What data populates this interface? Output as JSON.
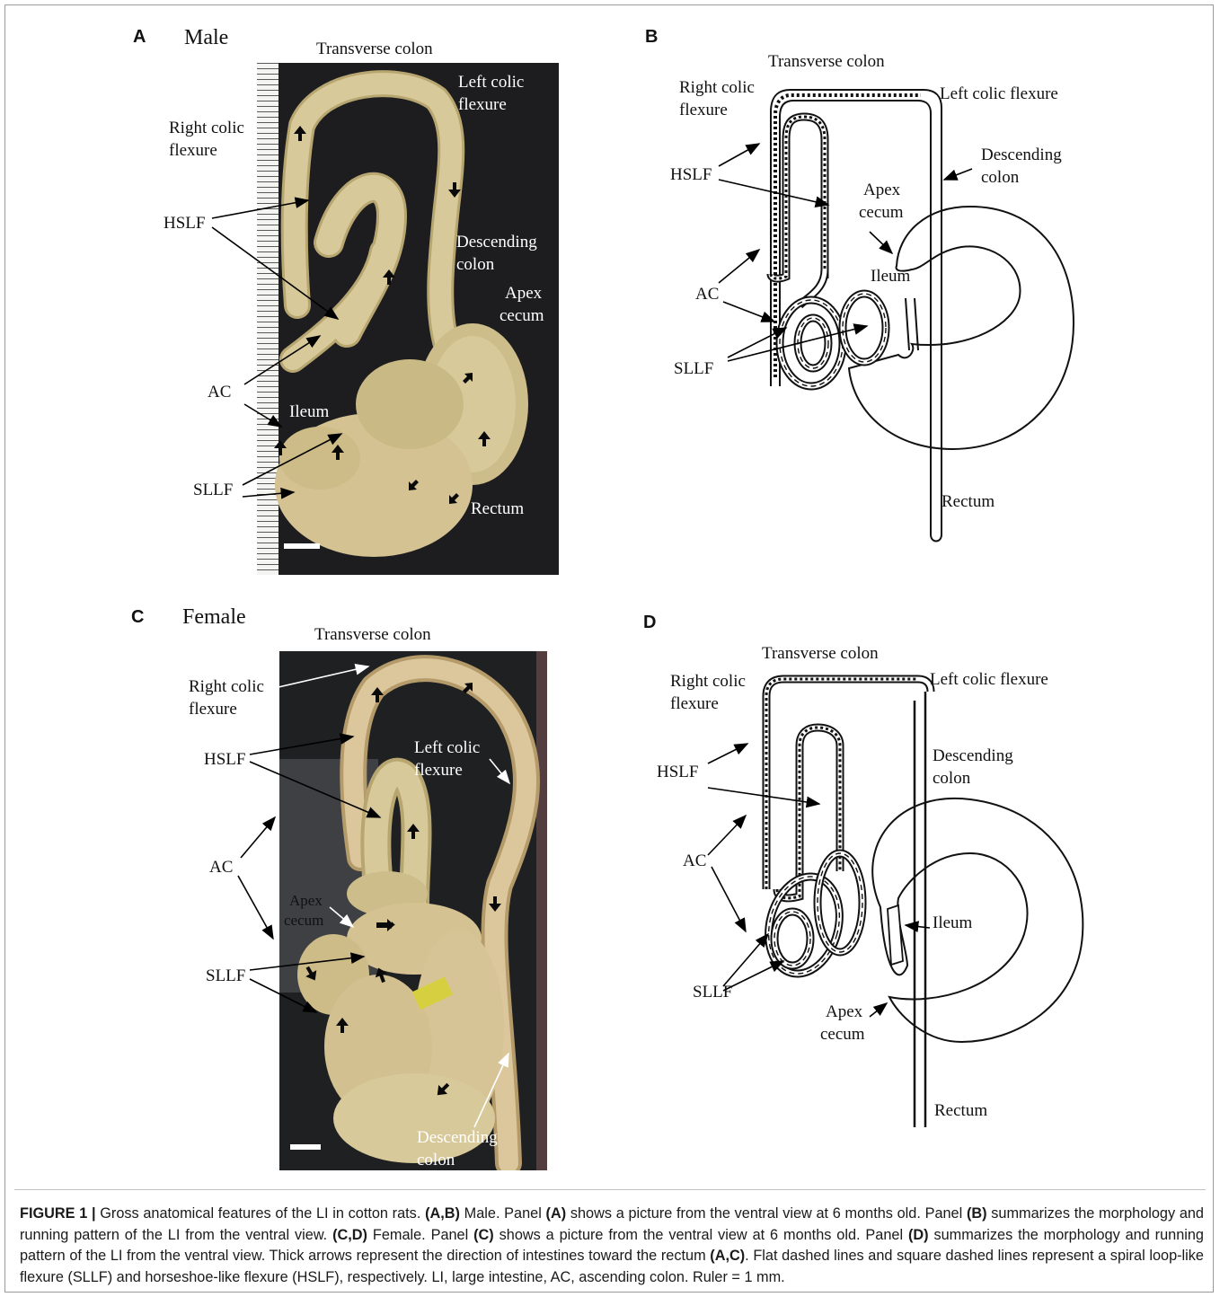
{
  "panels": {
    "a": {
      "letter": "A",
      "sex": "Male"
    },
    "b": {
      "letter": "B"
    },
    "c": {
      "letter": "C",
      "sex": "Female"
    },
    "d": {
      "letter": "D"
    }
  },
  "labels": {
    "transverse_colon": "Transverse colon",
    "left_colic_flexure_1": "Left colic",
    "left_colic_flexure_2": "flexure",
    "left_colic_flexure": "Left colic flexure",
    "right_colic_flexure_1": "Right colic",
    "right_colic_flexure_2": "flexure",
    "hslf": "HSLF",
    "sllf": "SLLF",
    "ac": "AC",
    "ileum": "Ileum",
    "descending_colon_1": "Descending",
    "descending_colon_2": "colon",
    "apex_cecum_1": "Apex",
    "apex_cecum_2": "cecum",
    "rectum": "Rectum"
  },
  "caption": {
    "figure_label": "FIGURE 1 |",
    "s1": " Gross anatomical features of the LI in cotton rats. ",
    "r1": "(A,B)",
    "s2": " Male. Panel ",
    "r2": "(A)",
    "s3": " shows a picture from the ventral view at 6 months old. Panel ",
    "r3": "(B)",
    "s4": " summarizes the morphology and running pattern of the LI from the ventral view. ",
    "r4": "(C,D)",
    "s5": " Female. Panel ",
    "r5": "(C)",
    "s6": " shows a picture from the ventral view at 6 months old. Panel ",
    "r6": "(D)",
    "s7": " summarizes the morphology and running pattern of the LI from the ventral view. Thick arrows represent the direction of intestines toward the rectum ",
    "r7": "(A,C)",
    "s8": ". Flat dashed lines and square dashed lines represent a spiral loop-like flexure (SLLF) and horseshoe-like flexure (HSLF), respectively. LI, large intestine, AC, ascending colon. Ruler = 1 mm."
  },
  "colors": {
    "photo_background": "#1d1d1f",
    "intestine": "#d8c99a",
    "intestine_shadow": "#b8a670",
    "diagram_line": "#111111"
  }
}
